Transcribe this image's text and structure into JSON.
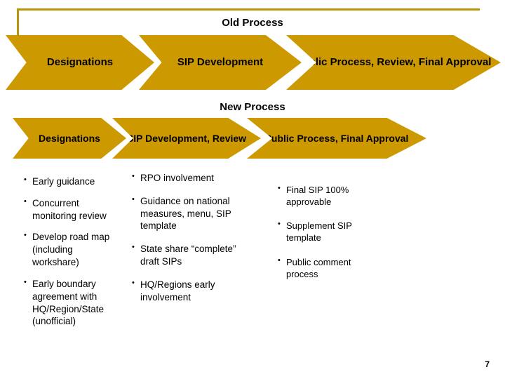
{
  "slide": {
    "page_number": "7",
    "accent_color": "#cc9900",
    "frame_color": "#b8960c",
    "sections": [
      {
        "title": "Old Process",
        "arrows": [
          {
            "label": "Designations"
          },
          {
            "label": "SIP Development"
          },
          {
            "label": "Public Process, Review, Final Approval"
          }
        ]
      },
      {
        "title": "New Process",
        "arrows": [
          {
            "label": "Designations"
          },
          {
            "label": "SIP Development, Review"
          },
          {
            "label": "Public Process, Final Approval"
          }
        ]
      }
    ],
    "columns": [
      {
        "name": "designations-details",
        "bullets": [
          "Early guidance",
          "Concurrent monitoring review",
          "Develop road map (including workshare)",
          "Early boundary agreement with HQ/Region/State (unofficial)"
        ]
      },
      {
        "name": "sip-development-details",
        "bullets": [
          "RPO involvement",
          "Guidance on national measures, menu, SIP template",
          "State share “complete” draft SIPs",
          "HQ/Regions early involvement"
        ]
      },
      {
        "name": "public-process-details",
        "bullets": [
          "Final SIP 100% approvable",
          "Supplement SIP template",
          "Public comment process"
        ]
      }
    ]
  }
}
